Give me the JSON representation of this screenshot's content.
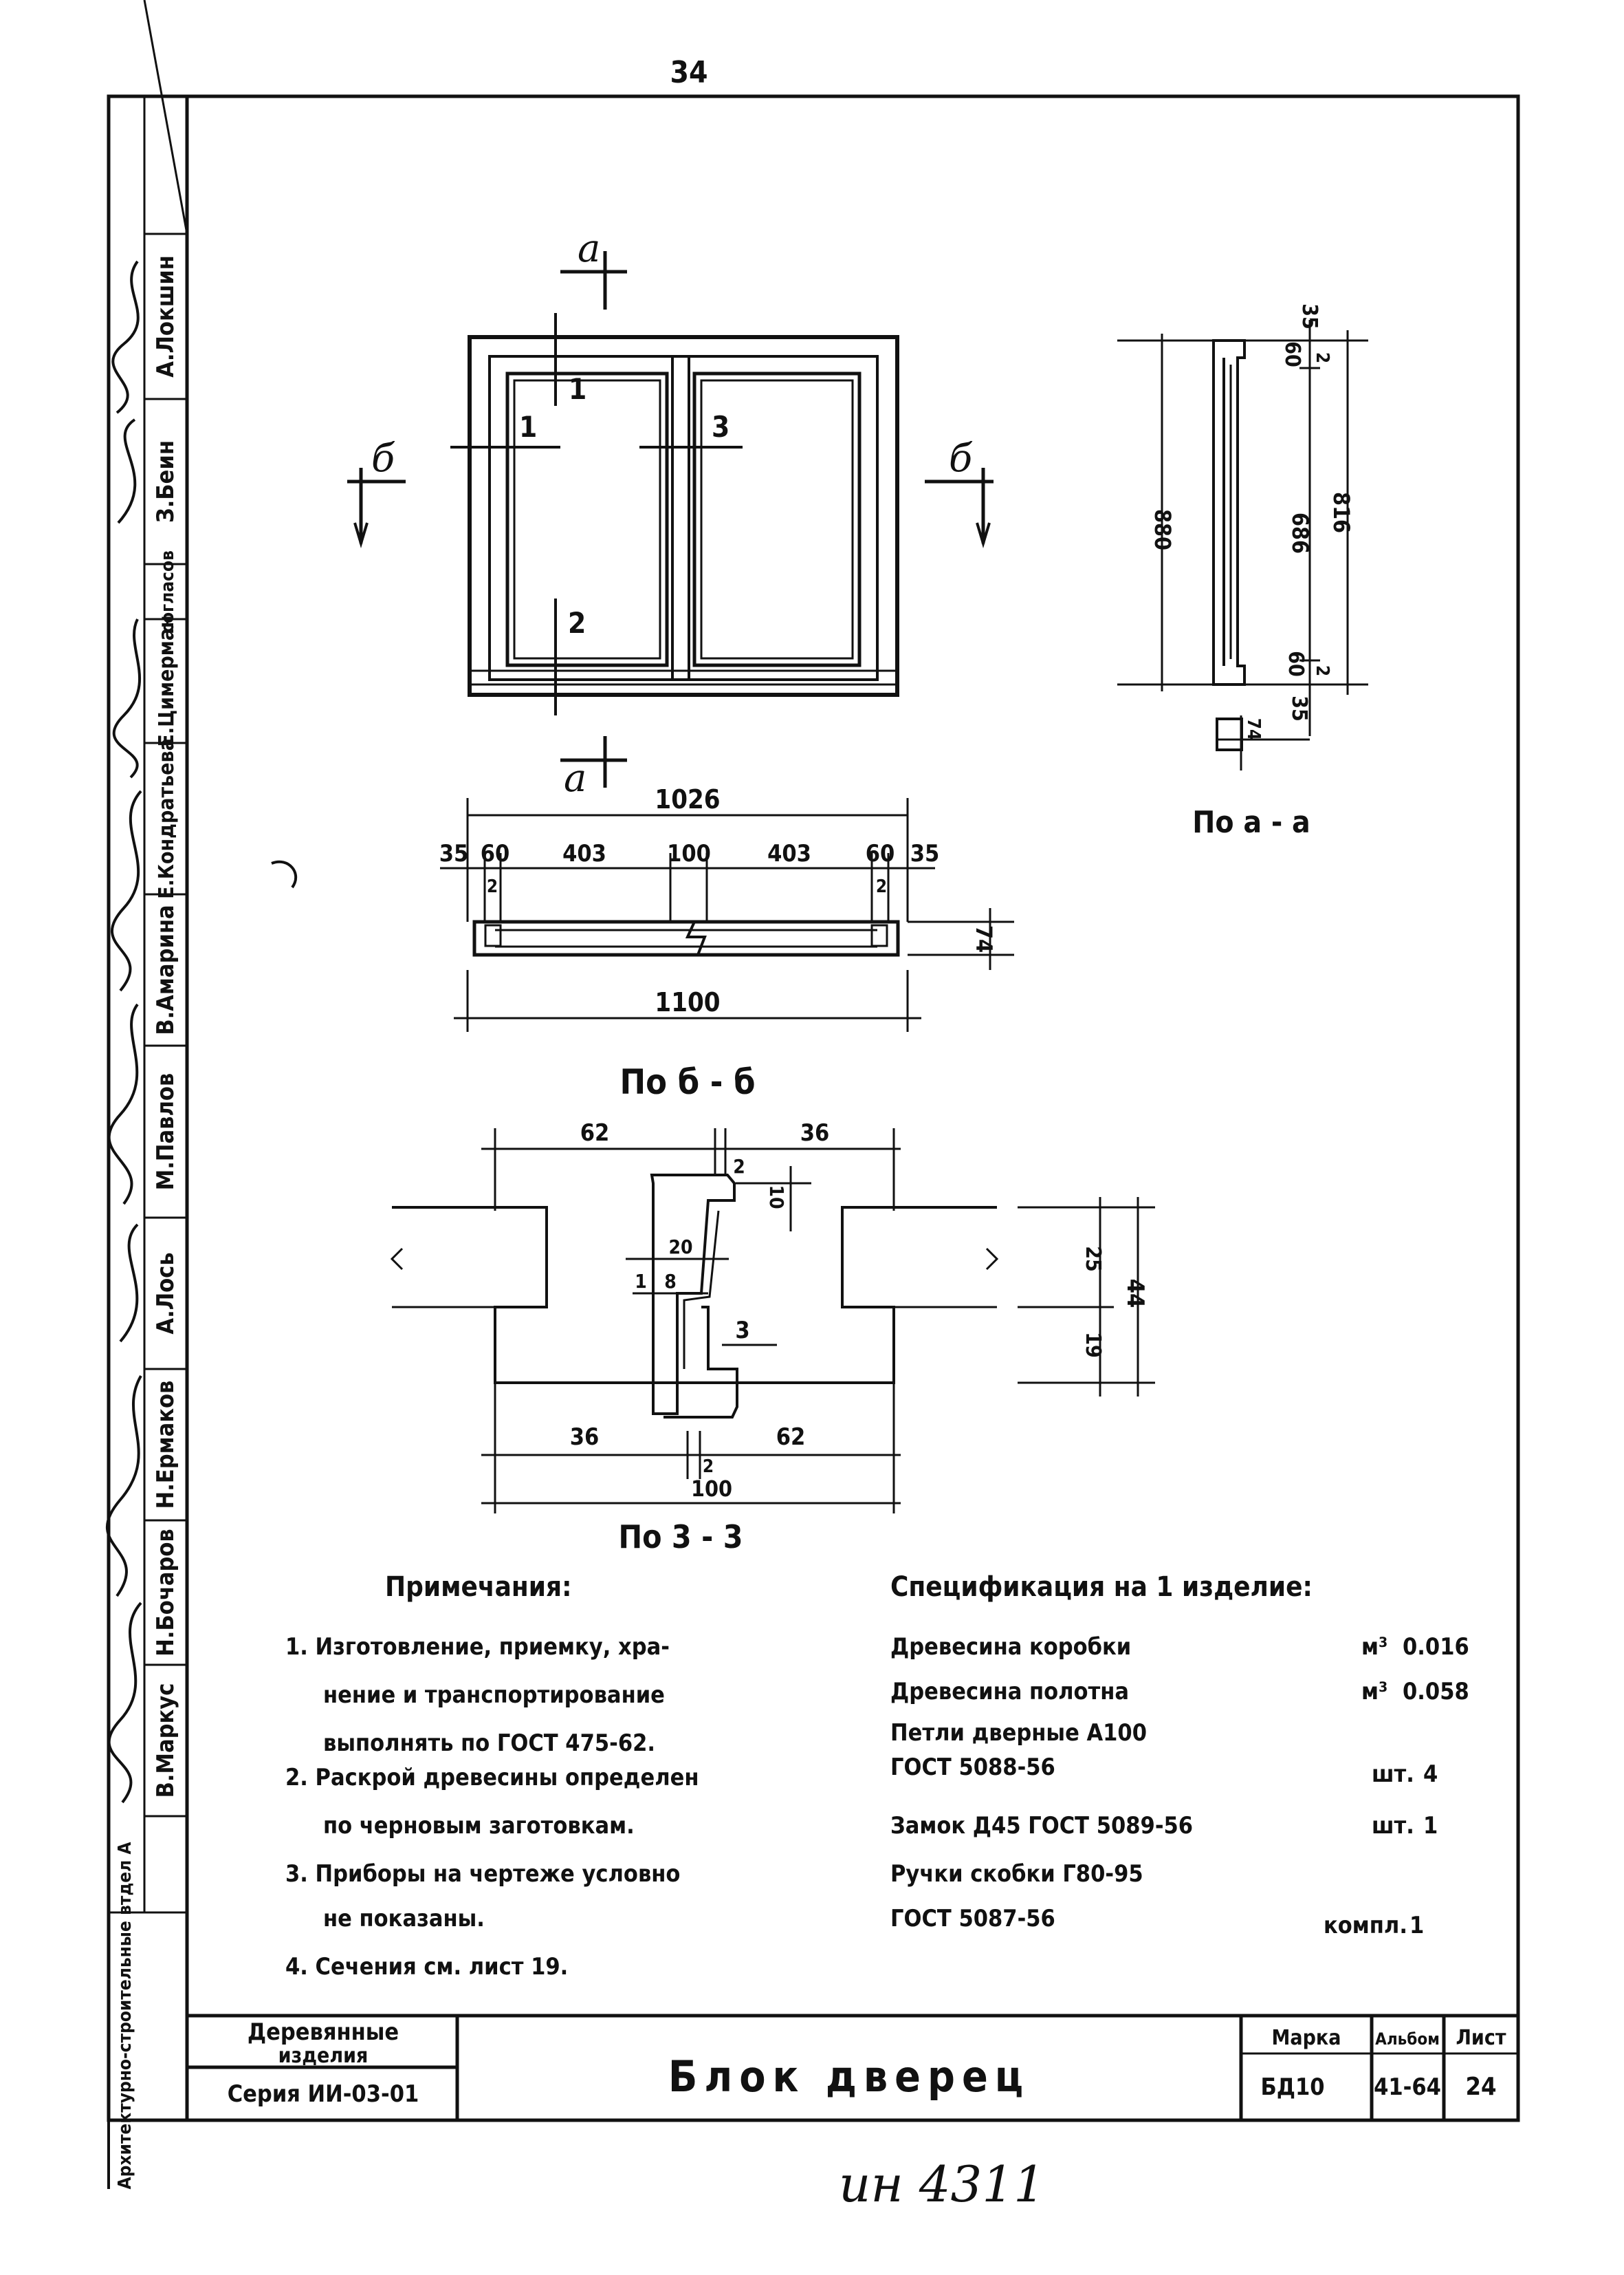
{
  "page_number": "34",
  "handwritten_inventory": "ин 4311",
  "side_block": {
    "org": "Архитектурно-строительные втдел А",
    "sign": "согласов",
    "staff": [
      "А.Локшин",
      "З.Беин",
      "Е.Цимерман",
      "Е.Кондратьева",
      "В.Амарина",
      "М.Павлов",
      "А.Лось",
      "Н.Ермаков",
      "Н.Бочаров",
      "В.Маркус"
    ]
  },
  "drawing": {
    "cut_marker_a": "а",
    "cut_marker_b": "б",
    "section_marks": [
      "1",
      "1",
      "2",
      "3"
    ],
    "view_aa_label": "По а - а",
    "view_bb_label": "По б - б",
    "view_33_label": "По 3 - 3",
    "dims_width": {
      "overall": "1026",
      "parts": [
        "35",
        "60",
        "403",
        "100",
        "403",
        "60",
        "35"
      ],
      "small": [
        "2",
        "2"
      ],
      "bottom": "1100",
      "thickness": "74"
    },
    "dims_height": {
      "overall": "880",
      "inner": "686",
      "full": "816",
      "top": [
        "35",
        "60"
      ],
      "bottom": [
        "60",
        "35"
      ],
      "small": [
        "2",
        "2"
      ],
      "base": "74"
    },
    "dims_detail": {
      "left_top": "62",
      "right_top": "36",
      "step": "2",
      "depth": "10",
      "gap": "20",
      "inner1": "1",
      "inner2": "8",
      "slot": "3",
      "left_bottom": "36",
      "right_bottom": "62",
      "small_bottom": "2",
      "total": "100",
      "h1": "25",
      "h2": "19",
      "h_total": "44"
    }
  },
  "notes": {
    "title": "Примечания:",
    "items": [
      [
        "1. Изготовление, приемку, хра-",
        "нение и транспортирование",
        "выполнять по ГОСТ 475-62."
      ],
      [
        "2. Раскрой древесины определен",
        "по черновым заготовкам."
      ],
      [
        "3. Приборы на чертеже условно",
        "не показаны."
      ],
      [
        "4. Сечения см. лист 19."
      ]
    ]
  },
  "spec": {
    "title": "Спецификация на 1 изделие:",
    "rows": [
      {
        "name": "Древесина коробки",
        "unit": "м³",
        "qty": "0.016"
      },
      {
        "name": "Древесина полотна",
        "unit": "м³",
        "qty": "0.058"
      },
      {
        "name": "Петли дверные А100",
        "unit": "",
        "qty": ""
      },
      {
        "name": "ГОСТ 5088-56",
        "unit": "шт.",
        "qty": "4"
      },
      {
        "name": "Замок Д45 ГОСТ 5089-56",
        "unit": "шт.",
        "qty": "1"
      },
      {
        "name": "Ручки скобки Г80-95",
        "unit": "",
        "qty": ""
      },
      {
        "name": "ГОСТ 5087-56",
        "unit": "компл.",
        "qty": "1"
      }
    ]
  },
  "title_block": {
    "left_top": [
      "Деревянные",
      "изделия"
    ],
    "series": "Серия ИИ-03-01",
    "main_title": "Блок дверец",
    "marka_label": "Марка",
    "marka_value": "БД10",
    "album_label": "Альбом",
    "album_value": "41-64",
    "sheet_label": "Лист",
    "sheet_value": "24"
  }
}
